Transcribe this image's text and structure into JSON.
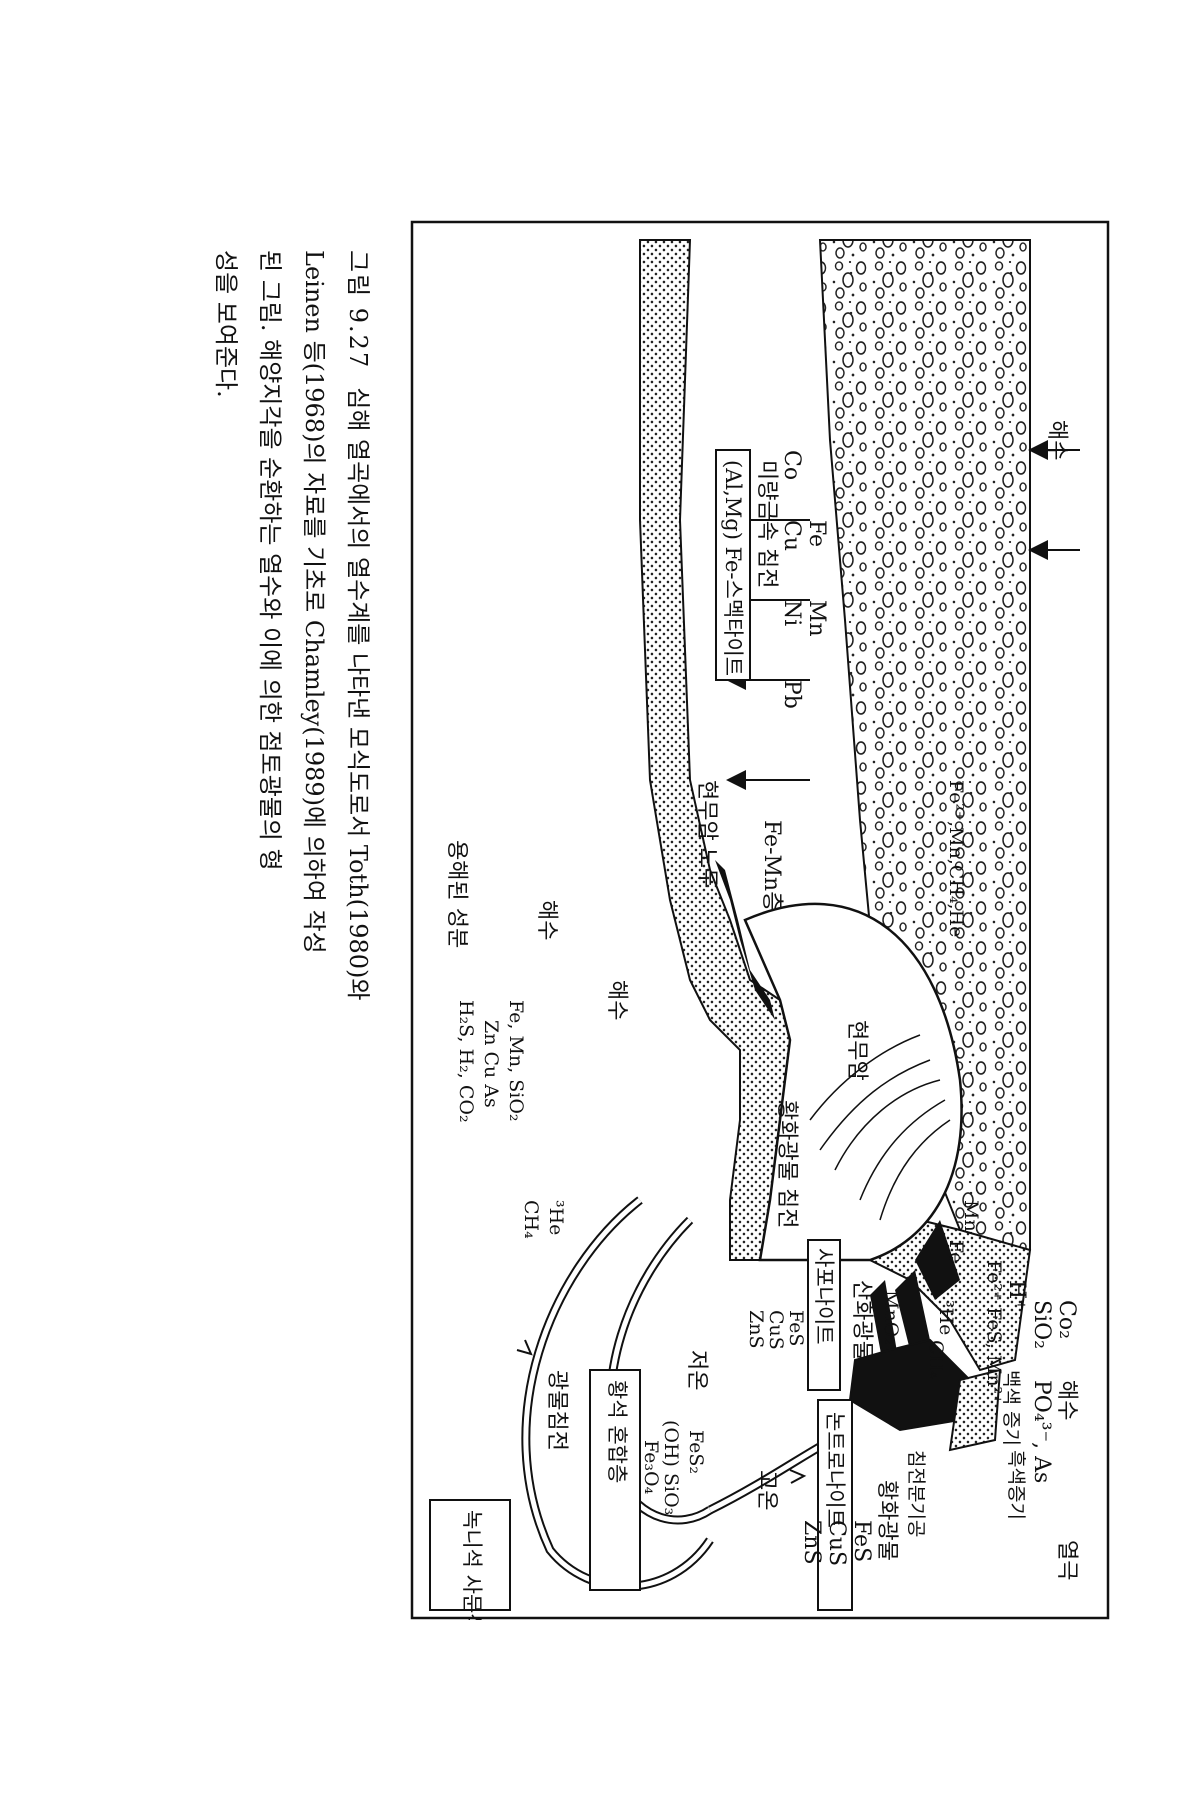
{
  "figure": {
    "labels": {
      "seawater_left": "해수",
      "trace_metal_precip": "미량금속 침전",
      "metals_row1": [
        "Fe",
        "Mn"
      ],
      "metals_row2": [
        "Cu",
        "Ni",
        "Pb"
      ],
      "metals_row3": "Co",
      "fe_smectite": "(Al,Mg) Fe-스멕타이트",
      "fe_mn_layer": "Fe-Mn층",
      "basalt_outcrop": "현무암 노두",
      "crust_gases": "Fe²⁺,Mn,CH₄,He",
      "co2": "Co₂",
      "sio2": "SiO₂",
      "h_plus": "H⁺",
      "seawater_top": "해수",
      "po4_as": "PO₄³⁻, As",
      "fes_mn": "Fe²⁺ FeS, Mn²⁺",
      "rift": "열극",
      "mn": "Mn",
      "fe": "Fe",
      "he": "³He",
      "ch4": "CH₄",
      "white_vapor": "백색 증기",
      "black_vapor": "흑색증기",
      "nontronite": "논트로나이트",
      "precip_chimney": "침전분기공",
      "sulfide_minerals_top": "황화광물",
      "sulfide_list": [
        "FeS",
        "CuS",
        "ZnS"
      ],
      "anhydrite_mix": "황석 혼합층",
      "atacamite": "녹니석 사문석",
      "mno2": "MnO₂",
      "oxide_minerals": "산화광물",
      "saponite": "사포나이트",
      "saponite_list": [
        "FeS",
        "CuS",
        "ZnS"
      ],
      "high_temp": "고온",
      "low_temp": "저온",
      "basalt": "현무암",
      "sulfide_precip": "황화광물 침전",
      "fes2": "FeS₂",
      "oh_sio3": "(OH) SiO₃",
      "fe3o4": "Fe₃O₄",
      "mineral_precip": "광물침전",
      "he3_deep": "³He",
      "ch4_deep": "CH₄",
      "fluid_comp_1": "Fe, Mn, SiO₂",
      "fluid_comp_2": "Zn Cu As",
      "fluid_comp_3": "H₂S, H₂, CO₂",
      "seawater_flow1": "해수",
      "seawater_flow2": "해수",
      "dissolved": "용해된 성분"
    }
  },
  "caption": {
    "figure_number": "그림 9.27",
    "line1": "심해 열곡에서의 열수계를 나타낸 모식도로서 Toth(1980)와",
    "line2": "Leinen 등(1968)의 자료를 기초로 Chamley(1989)에 의하여 작성",
    "line3": "된 그림. 해양지각을 순환하는 열수와 이에 의한 점토광물의 형",
    "line4": "성을 보여준다."
  }
}
